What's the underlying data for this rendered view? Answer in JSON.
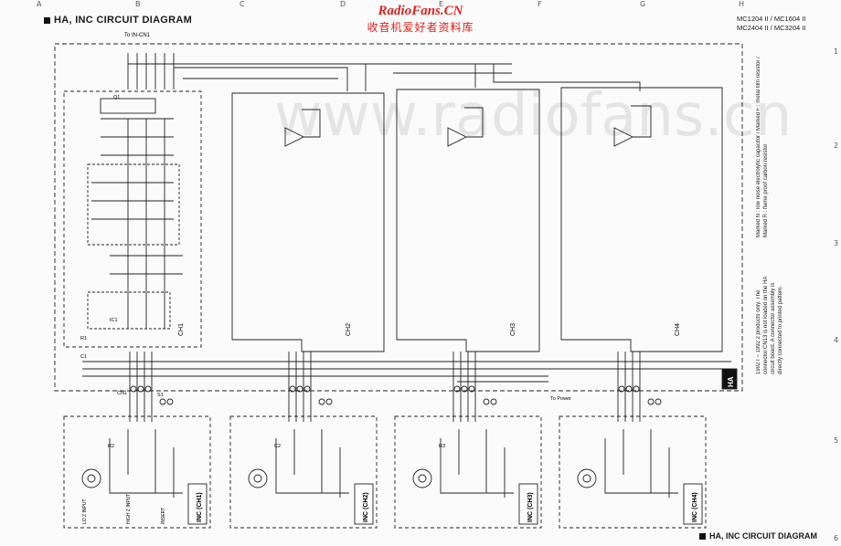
{
  "header": {
    "title": "HA, INC CIRCUIT DIAGRAM",
    "models": [
      "MC1204 II / MC1604 II",
      "MC2404 II / MC3204 II"
    ],
    "to_connector": "To IN-CN1"
  },
  "watermark": {
    "brand": "RadioFans.CN",
    "chinese": "收音机爱好者资料库",
    "url": "www.radiofans.cn"
  },
  "grid": {
    "columns": [
      "A",
      "B",
      "C",
      "D",
      "E",
      "F",
      "G",
      "H"
    ],
    "rows": [
      "1",
      "2",
      "3",
      "4",
      "5",
      "6"
    ]
  },
  "channels": [
    "CH1",
    "CH2",
    "CH3",
    "CH4"
  ],
  "inc_labels": [
    "INC (CH1)",
    "INC (CH2)",
    "INC (CH3)",
    "INC (CH4)"
  ],
  "board_label": "HA",
  "notes": {
    "marking": "Marked N : low noise electrolytic capacitor / Marked F : metal film resistor / Marked R : flame proof carbon resistor",
    "connector": "1992 I ~ 1992 2 products only. The connector CN13 is not loaded on the HA circuit board. A connector assembly is directly connected to printed pattern."
  },
  "component_labels": {
    "ch1": [
      "R1",
      "C1",
      "R2",
      "C2",
      "R3",
      "Q1",
      "IC1",
      "CN1",
      "S1"
    ],
    "inputs": [
      "LO Z INPUT",
      "HIGH Z INPUT",
      "INSERT"
    ],
    "to_power": "To Power"
  },
  "footer": {
    "title": "HA, INC CIRCUIT DIAGRAM"
  }
}
